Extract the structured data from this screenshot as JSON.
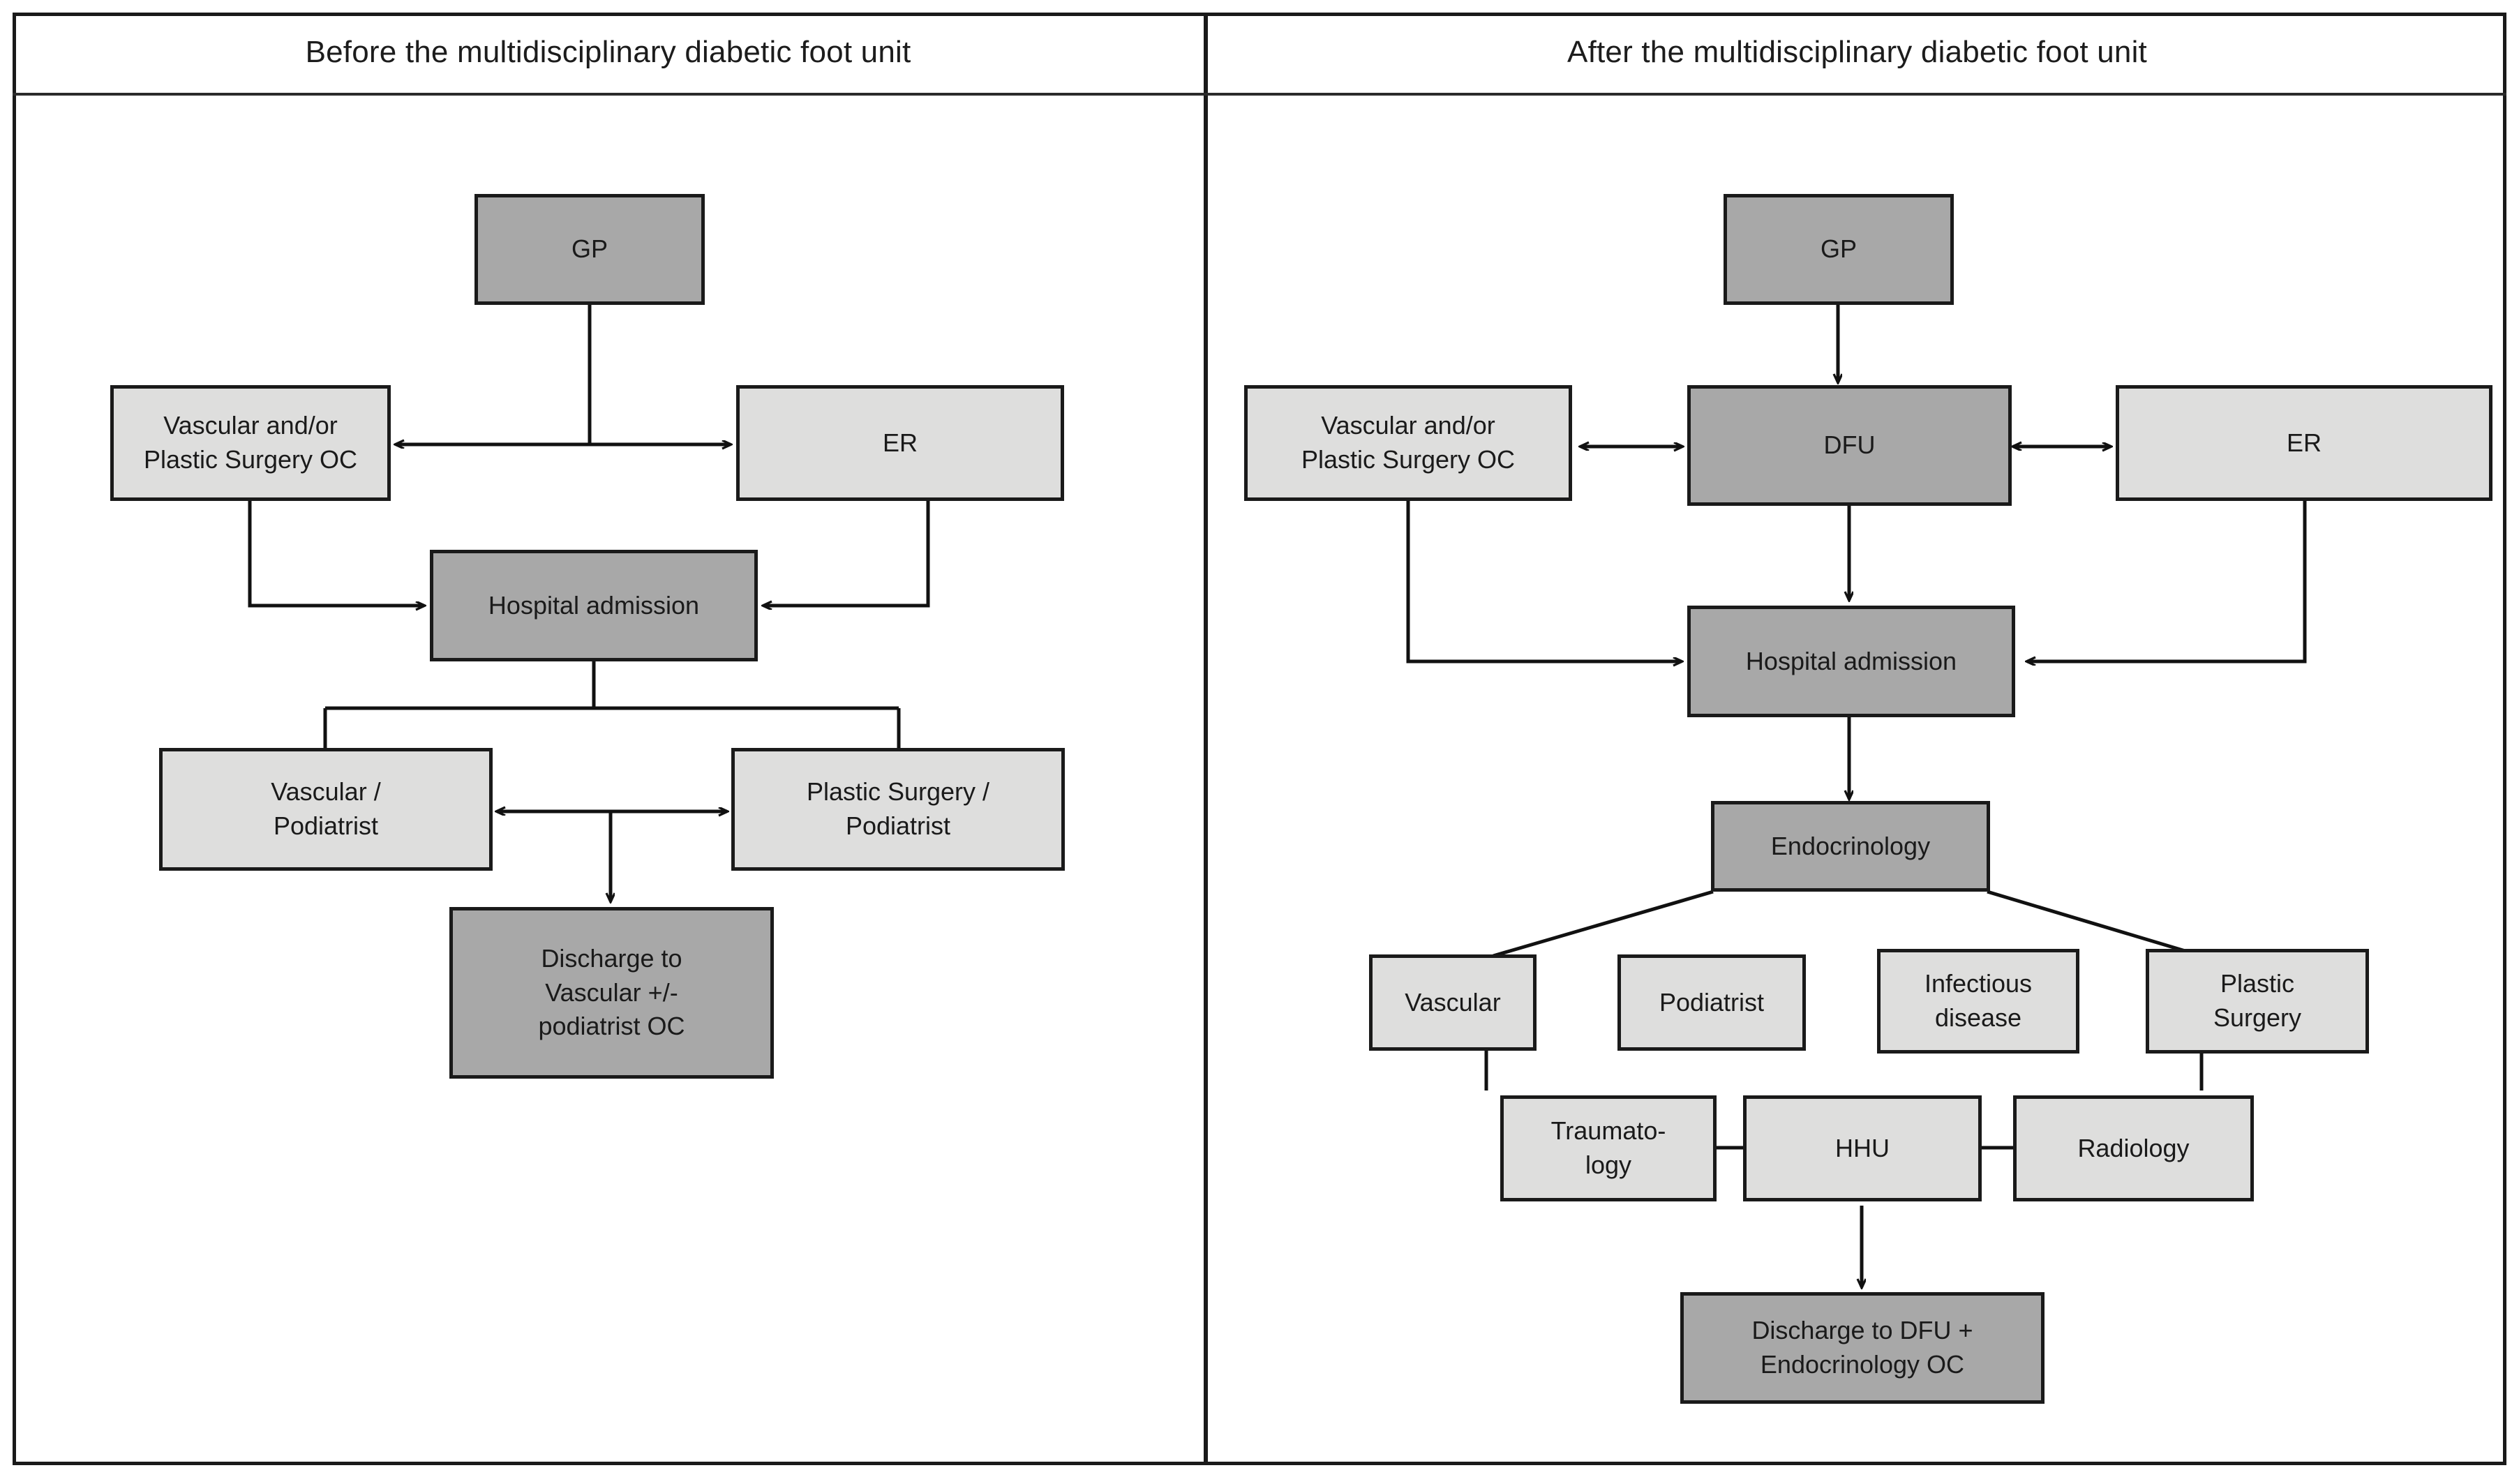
{
  "figure": {
    "type": "flowchart",
    "panels": [
      {
        "id": "before",
        "title": "Before the multidisciplinary diabetic foot unit",
        "nodes": [
          {
            "id": "gp",
            "label": "GP",
            "shade": "dark"
          },
          {
            "id": "vascoc",
            "label": "Vascular and/or\nPlastic Surgery OC",
            "shade": "light"
          },
          {
            "id": "er",
            "label": "ER",
            "shade": "light"
          },
          {
            "id": "hosp",
            "label": "Hospital admission",
            "shade": "dark"
          },
          {
            "id": "vascpod",
            "label": "Vascular /\nPodiatrist",
            "shade": "light"
          },
          {
            "id": "plastpod",
            "label": "Plastic Surgery /\nPodiatrist",
            "shade": "light"
          },
          {
            "id": "discharge",
            "label": "Discharge to\nVascular +/-\npodiatrist OC",
            "shade": "dark"
          }
        ],
        "edges": [
          {
            "from": "gp",
            "to": "vascoc",
            "arrow": "single"
          },
          {
            "from": "gp",
            "to": "er",
            "arrow": "single"
          },
          {
            "from": "vascoc",
            "to": "hosp",
            "arrow": "single"
          },
          {
            "from": "er",
            "to": "hosp",
            "arrow": "single"
          },
          {
            "from": "hosp",
            "to": "vascpod",
            "arrow": "none"
          },
          {
            "from": "hosp",
            "to": "plastpod",
            "arrow": "none"
          },
          {
            "from": "vascpod",
            "to": "plastpod",
            "arrow": "double"
          },
          {
            "from": "vascpod",
            "to": "discharge",
            "arrow": "single"
          }
        ]
      },
      {
        "id": "after",
        "title": "After the multidisciplinary diabetic foot unit",
        "nodes": [
          {
            "id": "gp2",
            "label": "GP",
            "shade": "dark"
          },
          {
            "id": "vascoc2",
            "label": "Vascular and/or\nPlastic Surgery OC",
            "shade": "light"
          },
          {
            "id": "dfu",
            "label": "DFU",
            "shade": "dark"
          },
          {
            "id": "er2",
            "label": "ER",
            "shade": "light"
          },
          {
            "id": "hosp2",
            "label": "Hospital admission",
            "shade": "dark"
          },
          {
            "id": "endo",
            "label": "Endocrinology",
            "shade": "dark"
          },
          {
            "id": "vascular",
            "label": "Vascular",
            "shade": "light"
          },
          {
            "id": "podiatrist",
            "label": "Podiatrist",
            "shade": "light"
          },
          {
            "id": "infect",
            "label": "Infectious\ndisease",
            "shade": "light"
          },
          {
            "id": "plastic",
            "label": "Plastic\nSurgery",
            "shade": "light"
          },
          {
            "id": "trauma",
            "label": "Traumato-\nlogy",
            "shade": "light"
          },
          {
            "id": "hhu",
            "label": "HHU",
            "shade": "light"
          },
          {
            "id": "radiology",
            "label": "Radiology",
            "shade": "light"
          },
          {
            "id": "discharge2",
            "label": "Discharge to DFU +\nEndocrinology OC",
            "shade": "dark"
          }
        ],
        "edges": [
          {
            "from": "gp2",
            "to": "dfu",
            "arrow": "single"
          },
          {
            "from": "vascoc2",
            "to": "dfu",
            "arrow": "double"
          },
          {
            "from": "dfu",
            "to": "er2",
            "arrow": "double"
          },
          {
            "from": "vascoc2",
            "to": "hosp2",
            "arrow": "single"
          },
          {
            "from": "dfu",
            "to": "hosp2",
            "arrow": "single"
          },
          {
            "from": "er2",
            "to": "hosp2",
            "arrow": "single"
          },
          {
            "from": "hosp2",
            "to": "endo",
            "arrow": "single"
          },
          {
            "from": "endo",
            "to": "vascular",
            "arrow": "none"
          },
          {
            "from": "endo",
            "to": "plastic",
            "arrow": "none"
          },
          {
            "from": "vascular",
            "to": "podiatrist",
            "arrow": "none"
          },
          {
            "from": "podiatrist",
            "to": "infect",
            "arrow": "none"
          },
          {
            "from": "infect",
            "to": "plastic",
            "arrow": "none"
          },
          {
            "from": "vascular",
            "to": "trauma",
            "arrow": "none"
          },
          {
            "from": "plastic",
            "to": "radiology",
            "arrow": "none"
          },
          {
            "from": "trauma",
            "to": "hhu",
            "arrow": "none"
          },
          {
            "from": "hhu",
            "to": "radiology",
            "arrow": "none"
          },
          {
            "from": "hhu",
            "to": "discharge2",
            "arrow": "single"
          }
        ]
      }
    ],
    "colors": {
      "dark_fill": "#a8a8a8",
      "light_fill": "#dededd",
      "stroke": "#1a1a1a",
      "background": "#ffffff"
    }
  }
}
